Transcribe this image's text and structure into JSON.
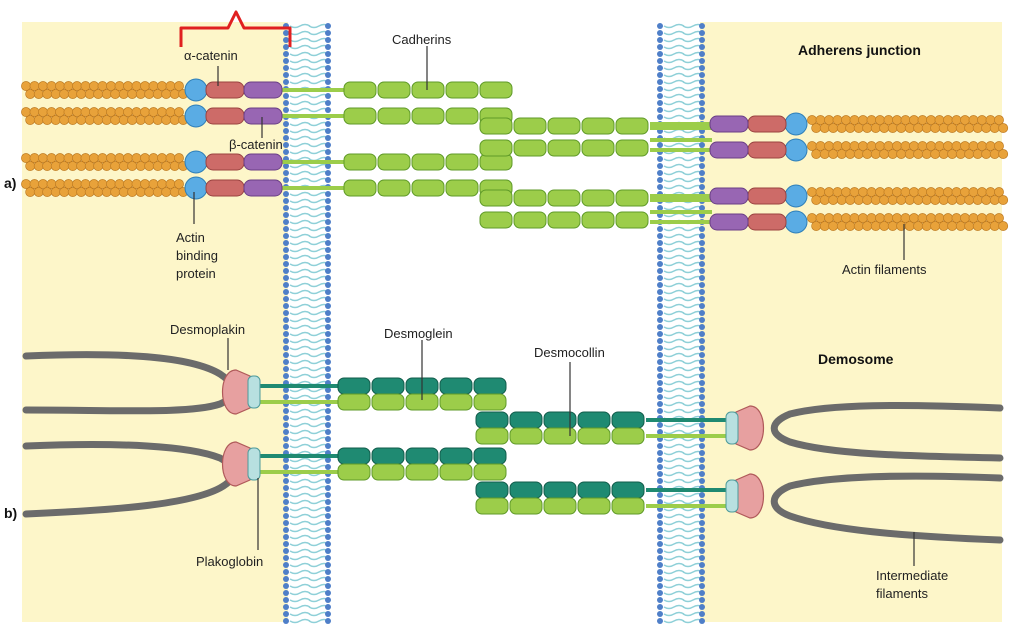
{
  "panels": {
    "a": {
      "marker": "a)",
      "title": "Adherens junction"
    },
    "b": {
      "marker": "b)",
      "title": "Demosome"
    }
  },
  "labels": {
    "alpha_catenin": "α-catenin",
    "beta_catenin": "β-catenin",
    "cadherins": "Cadherins",
    "actin_binding_protein": [
      "Actin",
      "binding",
      "protein"
    ],
    "actin_filaments": "Actin filaments",
    "desmoplakin": "Desmoplakin",
    "desmoglein": "Desmoglein",
    "desmocollin": "Desmocollin",
    "plakoglobin": "Plakoglobin",
    "intermediate_filaments": [
      "Intermediate",
      "filaments"
    ]
  },
  "colors": {
    "cytoplasm": "#fdf6c9",
    "actin_bead": "#e8a23a",
    "actin_binding": "#5aace4",
    "alpha_catenin": "#cd6b68",
    "beta_catenin": "#9866b3",
    "cadherin": "#9ccd4a",
    "desmoglein": "#1f8a72",
    "desmoplakin": "#e7a0a0",
    "plakoglobin": "#b8e0e0",
    "intermediate_filament": "#6b6b6b",
    "membrane_head": "#4f7fc8",
    "membrane_tail": "#8fd0d8",
    "bracket": "#e02020"
  }
}
